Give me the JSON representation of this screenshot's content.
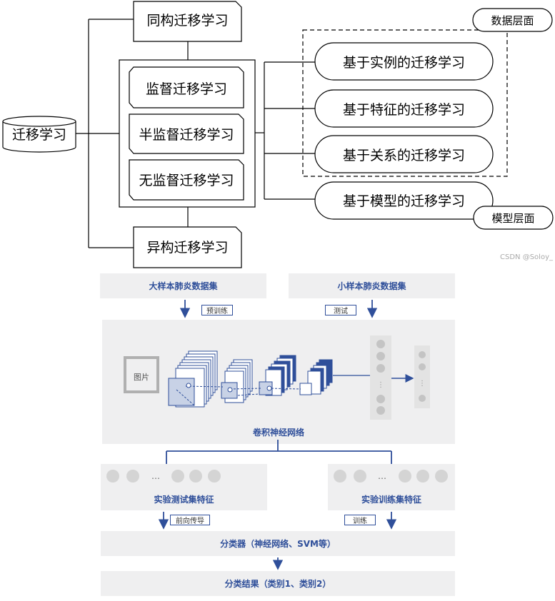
{
  "top": {
    "root": "迁移学习",
    "homogeneous": "同构迁移学习",
    "heterogeneous": "异构迁移学习",
    "supervised": "监督迁移学习",
    "semi_supervised": "半监督迁移学习",
    "unsupervised": "无监督迁移学习",
    "instance": "基于实例的迁移学习",
    "feature": "基于特征的迁移学习",
    "relation": "基于关系的迁移学习",
    "model": "基于模型的迁移学习",
    "data_level": "数据层面",
    "model_level": "模型层面"
  },
  "watermark": "CSDN @Soloy_",
  "bottom": {
    "large_dataset": "大样本肺炎数据集",
    "small_dataset": "小样本肺炎数据集",
    "pretrain_tag": "预训练",
    "test_tag": "测试",
    "image_label": "图片",
    "cnn_label": "卷积神经网络",
    "test_features": "实验测试集特征",
    "train_features": "实验训练集特征",
    "ellipsis": "…",
    "forward_tag": "前向传导",
    "train_tag": "训练",
    "classifier": "分类器（神经网络、SVM等）",
    "result": "分类结果（类别1、类别2）",
    "colors": {
      "accent": "#2f4f9a",
      "panel": "#efeff0",
      "dot": "#d9d9d9"
    }
  }
}
